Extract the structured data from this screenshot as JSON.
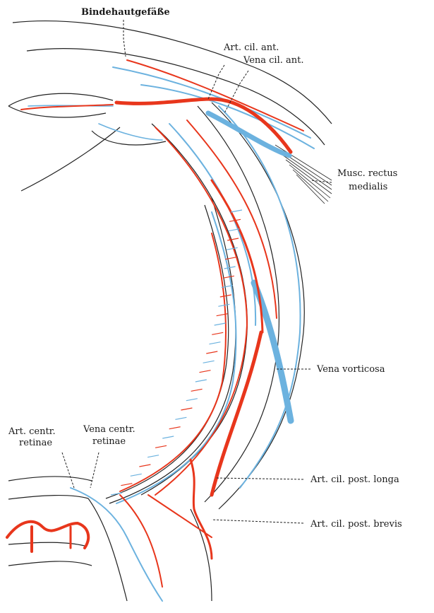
{
  "labels": {
    "bindehaut": "Bindehautgefäße",
    "art_cil_ant": "Art. cil. ant.",
    "vena_cil_ant": "Vena cil. ant.",
    "musc_rectus_1": "Musc. rectus",
    "musc_rectus_2": "medialis",
    "vena_vorticosa": "Vena vorticosa",
    "art_centr_1": "Art. centr.",
    "art_centr_2": "retinae",
    "vena_centr_1": "Vena centr.",
    "vena_centr_2": "retinae",
    "art_post_longa": "Art. cil. post. longa",
    "art_post_brevis": "Art. cil. post. brevis"
  },
  "colors": {
    "artery": "#e8361c",
    "vein": "#6cb2df",
    "ink": "#222222"
  }
}
